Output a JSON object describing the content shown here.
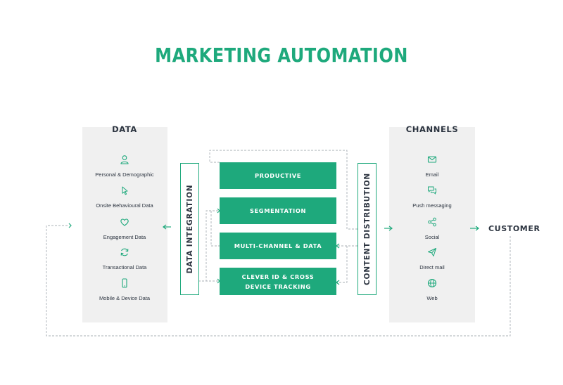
{
  "title": "MARKETING AUTOMATION",
  "data_column": {
    "heading": "DATA",
    "items": [
      {
        "label": "Personal & Demographic",
        "icon": "person-icon"
      },
      {
        "label": "Onsite Behavioural Data",
        "icon": "cursor-icon"
      },
      {
        "label": "Engagement Data",
        "icon": "heart-icon"
      },
      {
        "label": "Transactional Data",
        "icon": "refresh-icon"
      },
      {
        "label": "Mobile & Device Data",
        "icon": "mobile-icon"
      }
    ]
  },
  "integration_label": "DATA INTEGRATION",
  "center_boxes": [
    "PRODUCTIVE",
    "SEGMENTATION",
    "MULTI-CHANNEL & DATA",
    "CLEVER ID & CROSS DEVICE TRACKING"
  ],
  "distribution_label": "CONTENT DISTRIBUTION",
  "channels_column": {
    "heading": "CHANNELS",
    "items": [
      {
        "label": "Email",
        "icon": "envelope-icon"
      },
      {
        "label": "Push messaging",
        "icon": "chat-icon"
      },
      {
        "label": "Social",
        "icon": "share-icon"
      },
      {
        "label": "Direct mail",
        "icon": "paper-plane-icon"
      },
      {
        "label": "Web",
        "icon": "globe-icon"
      }
    ]
  },
  "customer_label": "CUSTOMER",
  "colors": {
    "accent": "#1ea97c",
    "panel": "#f0f0f0",
    "text": "#2c3440",
    "connector": "#aab0b6"
  }
}
